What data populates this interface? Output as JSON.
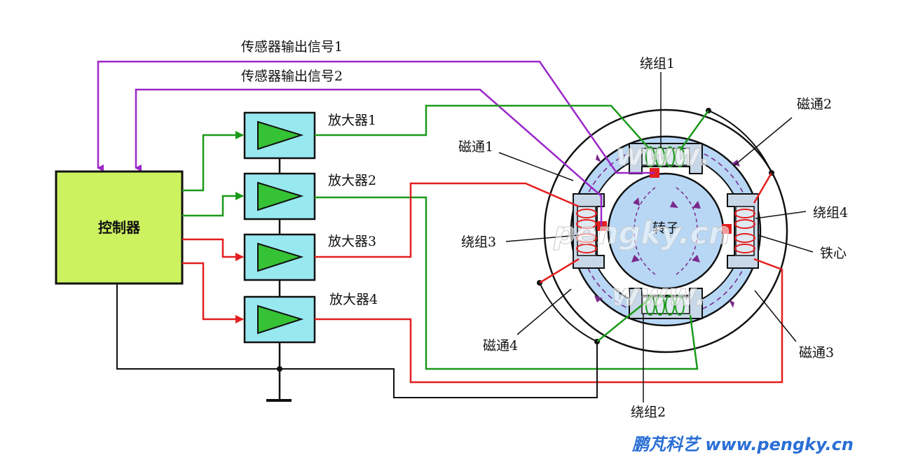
{
  "colors": {
    "sensor_line": "#9b27c9",
    "green_line": "#1a9a1a",
    "red_line": "#e41e1e",
    "controller_fill": "#ccf260",
    "amplifier_fill": "#98e8ef",
    "stator_fill": "#b7d7f5",
    "brand": "#2a6fd6"
  },
  "labels": {
    "sensor_signal_1": "传感器输出信号1",
    "sensor_signal_2": "传感器输出信号2",
    "controller": "控制器",
    "amplifier_1": "放大器1",
    "amplifier_2": "放大器2",
    "amplifier_3": "放大器3",
    "amplifier_4": "放大器4",
    "winding_1": "绕组1",
    "winding_2": "绕组2",
    "winding_3": "绕组3",
    "winding_4": "绕组4",
    "flux_1": "磁通1",
    "flux_2": "磁通2",
    "flux_3": "磁通3",
    "flux_4": "磁通4",
    "rotor": "转子",
    "iron_core": "铁心"
  },
  "watermarks": {
    "www_top": "www.",
    "middle": "pengky.cn",
    "www_bottom": "www."
  },
  "brand": {
    "text": "鹏芃科艺 www.pengky.cn"
  }
}
